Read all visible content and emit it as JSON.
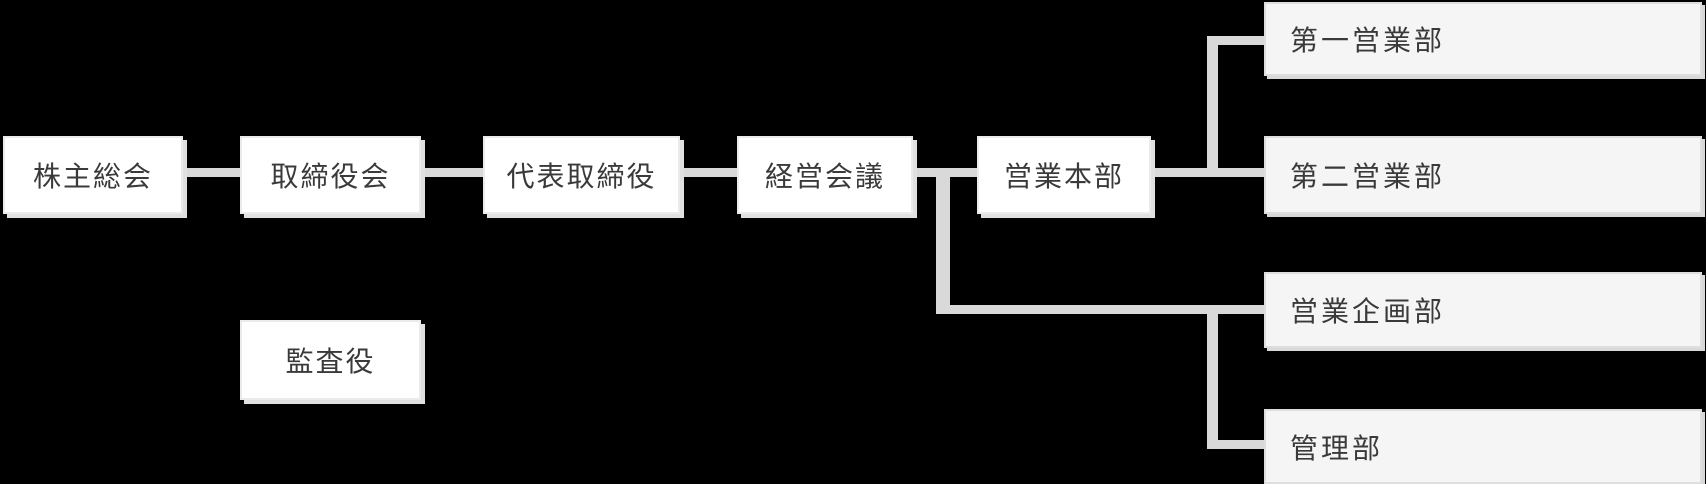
{
  "background": "#000000",
  "colors": {
    "connector": "#d9d9d9",
    "node_fill": "#ffffff",
    "dept_node_fill": "#f5f5f5",
    "node_border": "#e0e0e0",
    "text": "#3a3a3a"
  },
  "nodes": {
    "shareholders_meeting": {
      "label": "株主総会"
    },
    "board_of_directors": {
      "label": "取締役会"
    },
    "representative_director": {
      "label": "代表取締役"
    },
    "management_meeting": {
      "label": "経営会議"
    },
    "sales_headquarters": {
      "label": "営業本部"
    },
    "auditor": {
      "label": "監査役"
    },
    "sales_dept_1": {
      "label": "第一営業部"
    },
    "sales_dept_2": {
      "label": "第二営業部"
    },
    "sales_planning_dept": {
      "label": "営業企画部"
    },
    "admin_dept": {
      "label": "管理部"
    }
  },
  "edges": [
    {
      "from": "株主総会",
      "to": "取締役会"
    },
    {
      "from": "取締役会",
      "to": "代表取締役"
    },
    {
      "from": "代表取締役",
      "to": "経営会議"
    },
    {
      "from": "経営会議",
      "to": "営業本部"
    },
    {
      "from": "営業本部",
      "to": "第一営業部"
    },
    {
      "from": "営業本部",
      "to": "第二営業部"
    },
    {
      "from": "営業本部",
      "to": "営業企画部"
    },
    {
      "from": "営業本部",
      "to": "管理部"
    }
  ]
}
